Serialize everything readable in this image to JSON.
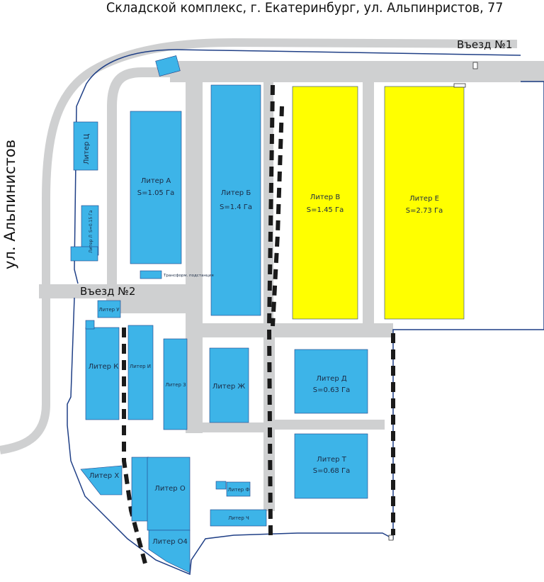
{
  "title": "Складской комплекс, г. Екатеринбург, ул. Альпинристов, 77",
  "street_label": "ул. Альпинистов",
  "entries": {
    "entry1": "Въезд №1",
    "entry2": "Въезд №2"
  },
  "buildings": {
    "lit_ts": {
      "name": "Литер Ц",
      "area": ""
    },
    "lit_l": {
      "name": "Литер Л",
      "area": "S=0.15 Га"
    },
    "lit_a": {
      "name": "Литер А",
      "area": "S=1.05 Га"
    },
    "lit_b": {
      "name": "Литер Б",
      "area": "S=1.4 Га"
    },
    "lit_v": {
      "name": "Литер В",
      "area": "S=1.45 Га"
    },
    "lit_e": {
      "name": "Литер Е",
      "area": "S=2.73 Га"
    },
    "lit_u": {
      "name": "Литер У",
      "area": ""
    },
    "lit_k": {
      "name": "Литер К",
      "area": ""
    },
    "lit_i": {
      "name": "Литер И",
      "area": ""
    },
    "lit_z": {
      "name": "Литер З",
      "area": ""
    },
    "lit_zh": {
      "name": "Литер Ж",
      "area": ""
    },
    "lit_d": {
      "name": "Литер Д",
      "area": "S=0.63 Га"
    },
    "lit_t": {
      "name": "Литер Т",
      "area": "S=0.68 Га"
    },
    "lit_kh": {
      "name": "Литер Х",
      "area": ""
    },
    "lit_o": {
      "name": "Литер О",
      "area": ""
    },
    "lit_o4": {
      "name": "Литер О4",
      "area": ""
    },
    "lit_f": {
      "name": "Литер Ф",
      "area": ""
    },
    "lit_ch": {
      "name": "Литер Ч",
      "area": ""
    },
    "transformer": {
      "name": "Трансформ. подстанция",
      "area": ""
    }
  },
  "colors": {
    "building": "#3db4e8",
    "building_highlight": "#ffff00",
    "road": "#cfd0d1",
    "boundary": "#1f3f86",
    "railway": "#1a1a1a"
  }
}
